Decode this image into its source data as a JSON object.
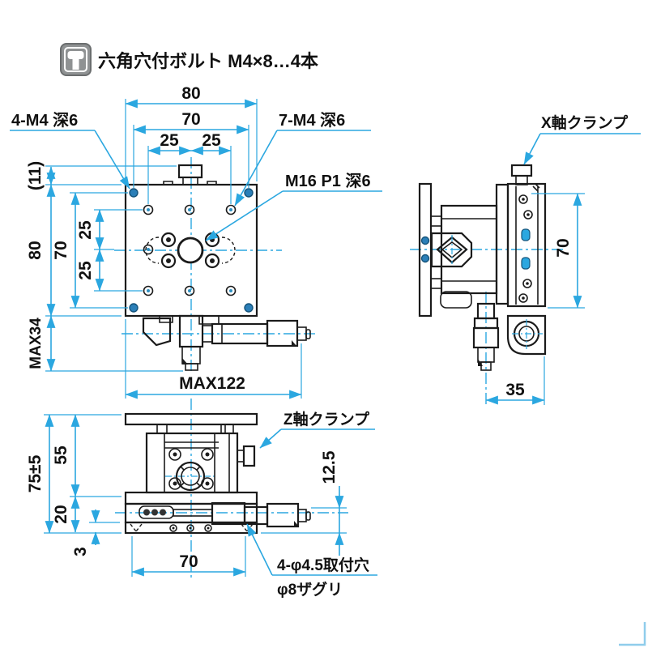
{
  "header": {
    "icon": "hex-socket-bolt-icon",
    "note": "六角穴付ボルト M4×8…4本"
  },
  "top_view": {
    "label_corner": "4-M4 深6",
    "label_grid": "7-M4 深6",
    "label_center": "M16 P1 深6",
    "dim_80_top": "80",
    "dim_70_top": "70",
    "dim_25_left_top": "25",
    "dim_25_right_top": "25",
    "dim_11": "(11)",
    "dim_80_left": "80",
    "dim_70_left": "70",
    "dim_25_top_left": "25",
    "dim_25_bottom_left": "25",
    "dim_max34": "MAX34",
    "dim_max122": "MAX122"
  },
  "side_view": {
    "label_clamp": "X軸クランプ",
    "dim_70": "70",
    "dim_35": "35"
  },
  "front_view": {
    "label_clamp": "Z軸クランプ",
    "label_mount": "4-φ4.5取付穴",
    "label_counterbore": "φ8ザグリ",
    "dim_75": "75±5",
    "dim_55": "55",
    "dim_20": "20",
    "dim_3": "3",
    "dim_70": "70",
    "dim_125": "12.5"
  }
}
